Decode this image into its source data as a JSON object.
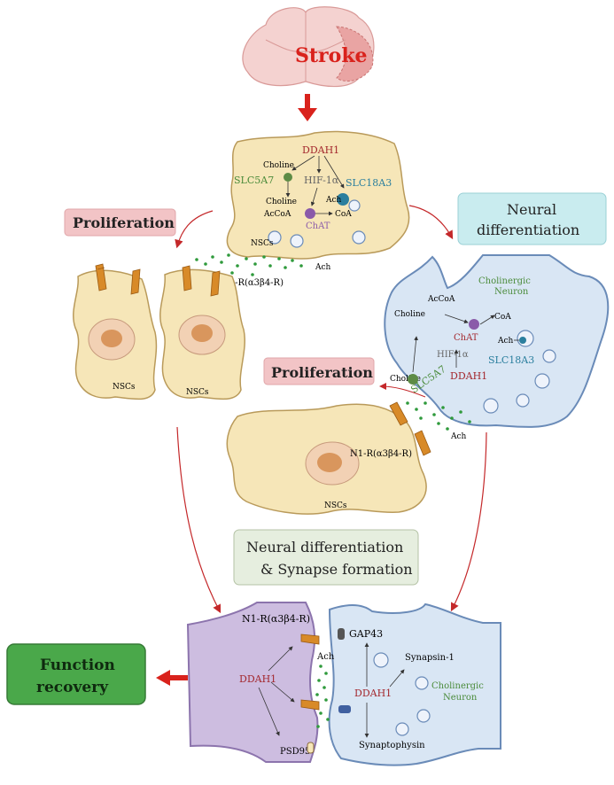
{
  "stroke": {
    "label": "Stroke"
  },
  "top_cell": {
    "ddah1": "DDAH1",
    "choline_1": "Choline",
    "choline_2": "Choline",
    "hif": "HIF-1α",
    "slc5a7": "SLC5A7",
    "slc18a3": "SLC18A3",
    "ach": "Ach",
    "acoa": "AcCoA",
    "coa": "CoA",
    "chat": "ChAT",
    "nscs": "NSCs",
    "ach_out": "Ach",
    "receptor": "N1-R(α3β4-R)"
  },
  "boxes": {
    "proliferation_1": "Proliferation",
    "neural_diff_1": "Neural",
    "neural_diff_2": "differentiation",
    "proliferation_2": "Proliferation",
    "syn_1": "Neural differentiation",
    "syn_2": "& Synapse formation",
    "function_1": "Function",
    "function_2": "recovery"
  },
  "left_cells": {
    "nscs_1": "NSCs",
    "nscs_2": "NSCs"
  },
  "cholinergic": {
    "title_1": "Cholinergic",
    "title_2": "Neuron",
    "acoa": "AcCoA",
    "coa": "CoA",
    "choline_1": "Choline",
    "choline_2": "Choline",
    "chat": "ChAT",
    "ach": "Ach",
    "hif": "HIF-1α",
    "slc18a3": "SLC18A3",
    "ddah1": "DDAH1",
    "slc5a7": "SLC5A7"
  },
  "middle_cell": {
    "receptor": "N1-R(α3β4-R)",
    "ach": "Ach",
    "nscs": "NSCs"
  },
  "synapse": {
    "receptor": "N1-R(α3β4-R)",
    "ddah1_left": "DDAH1",
    "ach": "Ach",
    "psd95": "PSD95",
    "gap43": "GAP43",
    "synapsin": "Synapsin-1",
    "ddah1_right": "DDAH1",
    "cholinergic_1": "Cholinergic",
    "cholinergic_2": "Neuron",
    "synaptophysin": "Synaptophysin"
  },
  "colors": {
    "red_arrow": "#d9221c",
    "cell_fill": "#f6e6b8",
    "neuron_fill": "#d9e6f4",
    "post_fill": "#cdbde0",
    "pink_box": "#f2c4c6",
    "teal_box": "#c9ecef",
    "green_box": "#4aa84a"
  }
}
